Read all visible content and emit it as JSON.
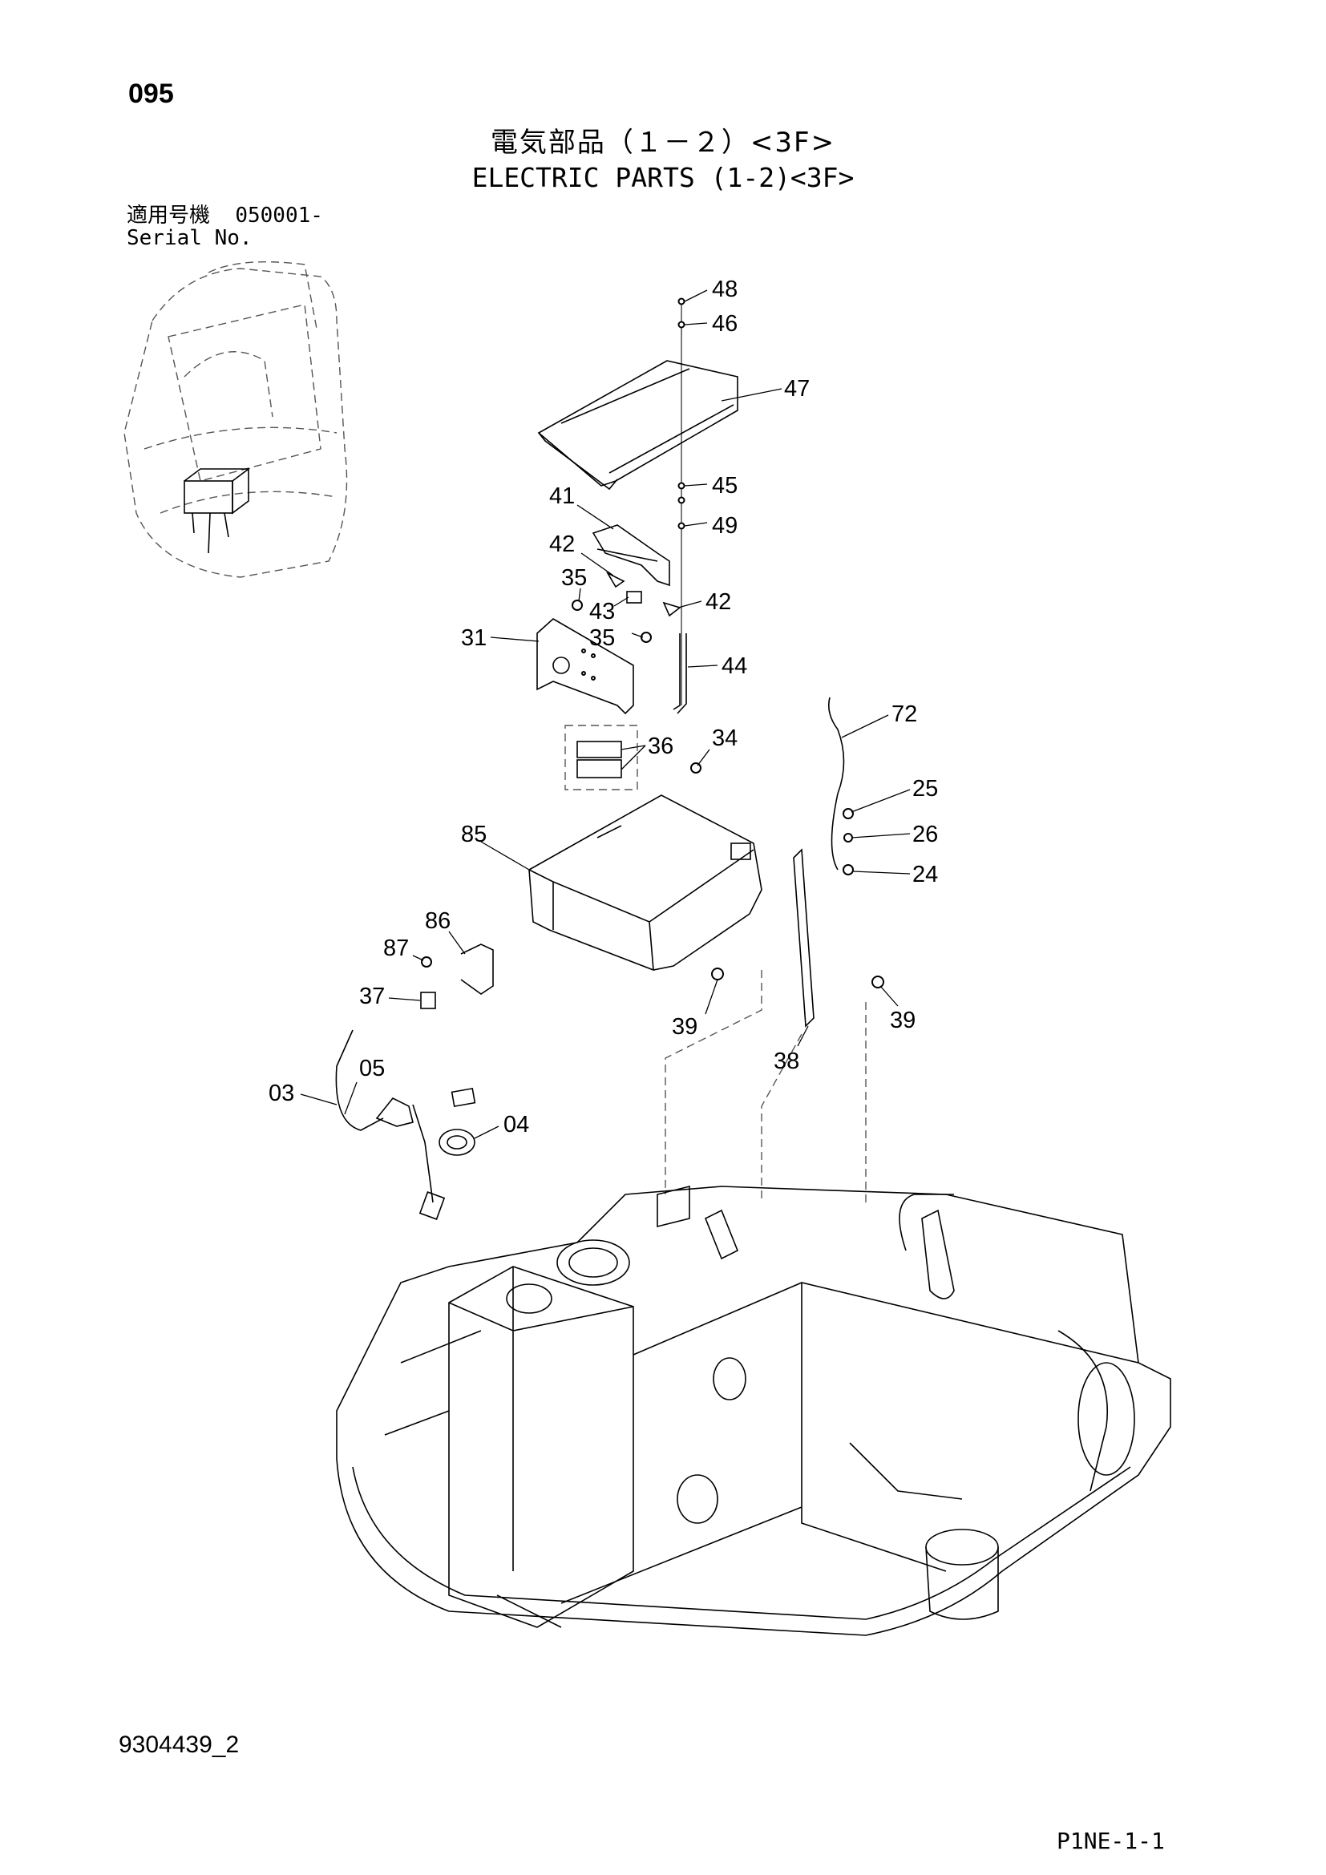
{
  "page_number": "095",
  "title_jp": "電気部品（１－２）<3F>",
  "title_en": "ELECTRIC PARTS (1-2)<3F>",
  "serial": {
    "label_jp": "適用号機",
    "value": "050001-",
    "label_en": "Serial No."
  },
  "callouts": [
    "48",
    "46",
    "47",
    "45",
    "49",
    "41",
    "42",
    "35",
    "43",
    "42",
    "31",
    "35",
    "44",
    "72",
    "34",
    "36",
    "25",
    "26",
    "24",
    "85",
    "86",
    "87",
    "37",
    "39",
    "38",
    "39",
    "05",
    "03",
    "04"
  ],
  "doc_code": "9304439_2",
  "page_code": "P1NE-1-1"
}
